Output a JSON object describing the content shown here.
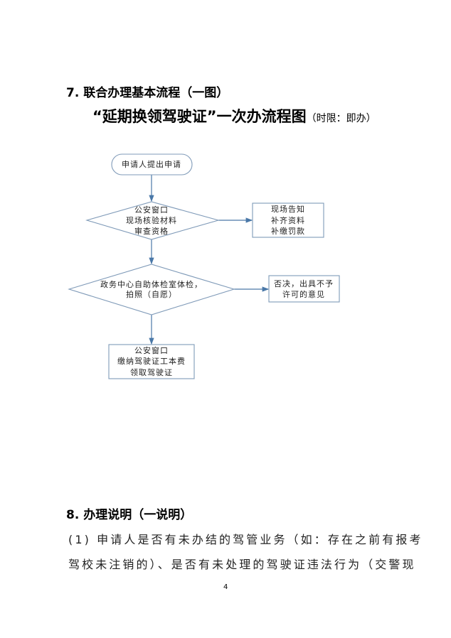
{
  "section7_title": "7. 联合办理基本流程（一图）",
  "flow_title": "“延期换领驾驶证”一次办流程图",
  "flow_time_limit": "（时限：即办）",
  "flowchart": {
    "start": "申请人提出申请",
    "step1": [
      "公安窗口",
      "现场核验材料",
      "审查资格"
    ],
    "step1_branch": [
      "现场告知",
      "补齐资料",
      "补缴罚款"
    ],
    "step2": [
      "政务中心自助体检室体检，",
      "拍照（自愿）"
    ],
    "step2_branch": [
      "否决，出具不予",
      "许可的意见"
    ],
    "end": [
      "公安窗口",
      "缴纳驾驶证工本费",
      "领取驾驶证"
    ],
    "line_color": "#4a78a8"
  },
  "section8_title": "8. 办理说明（一说明）",
  "paragraph_lines": [
    "(1) 申请人是否有未办结的驾管业务（如：存在之前有报考",
    "驾校未注销的）、是否有未处理的驾驶证违法行为（交警现"
  ],
  "page_number": "4"
}
